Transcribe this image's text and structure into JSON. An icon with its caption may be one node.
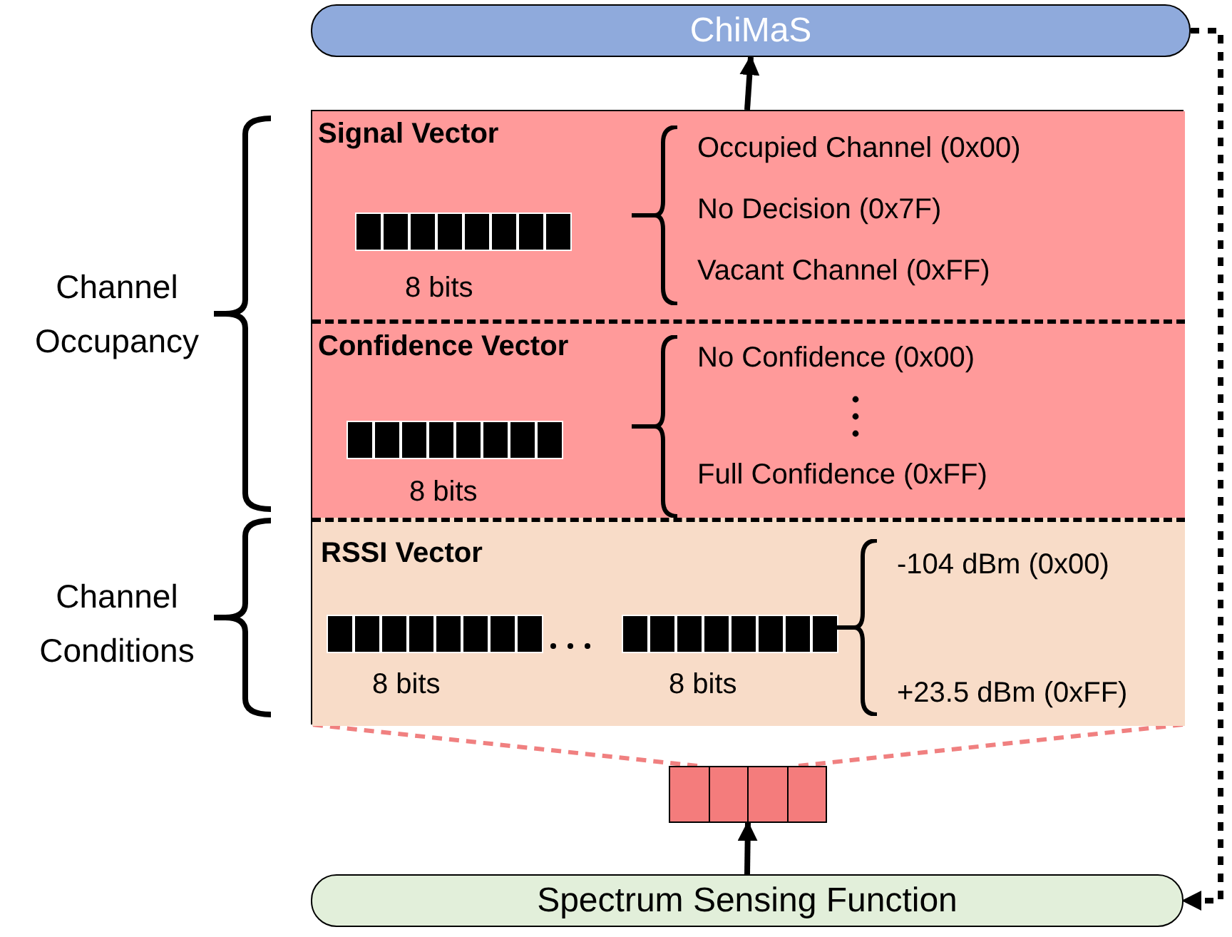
{
  "diagram": {
    "nodes": [
      {
        "text": [
          "ChiMaS"
        ]
      },
      {
        "text": [],
        "shape": "box"
      },
      {
        "text": [
          "Signal Vector",
          "8 bits",
          "Occupied Channel (0x00)",
          "No Decision (0x7F)",
          "Vacant Channel (0xFF)"
        ],
        "in": 1
      },
      {
        "text": [
          "Confidence Vector",
          "8 bits",
          "No Confidence (0x00)",
          "Full Confidence (0xFF)"
        ],
        "in": 1
      },
      {
        "text": [
          "RSSI Vector",
          "8 bits",
          "8 bits",
          "-104 dBm (0x00)",
          "+23.5 dBm (0xFF)"
        ],
        "in": 1
      },
      {
        "text": [],
        "shape": "bar"
      },
      {
        "text": [
          "Spectrum Sensing Function"
        ]
      }
    ],
    "edges": [
      {
        "from": 1,
        "to": 0,
        "arrow": "to"
      },
      {
        "from": 6,
        "to": 5,
        "arrow": "to"
      },
      {
        "from": 5,
        "to": 1,
        "arrow": "none",
        "style": "dashed",
        "color": "#f08080"
      },
      {
        "from": 5,
        "to": 1,
        "arrow": "none",
        "style": "dashed",
        "color": "#f08080"
      },
      {
        "from": 0,
        "to": 6,
        "arrow": "to",
        "style": "dashed"
      }
    ],
    "labels": [
      "Channel Occupancy",
      "Channel Conditions"
    ]
  }
}
